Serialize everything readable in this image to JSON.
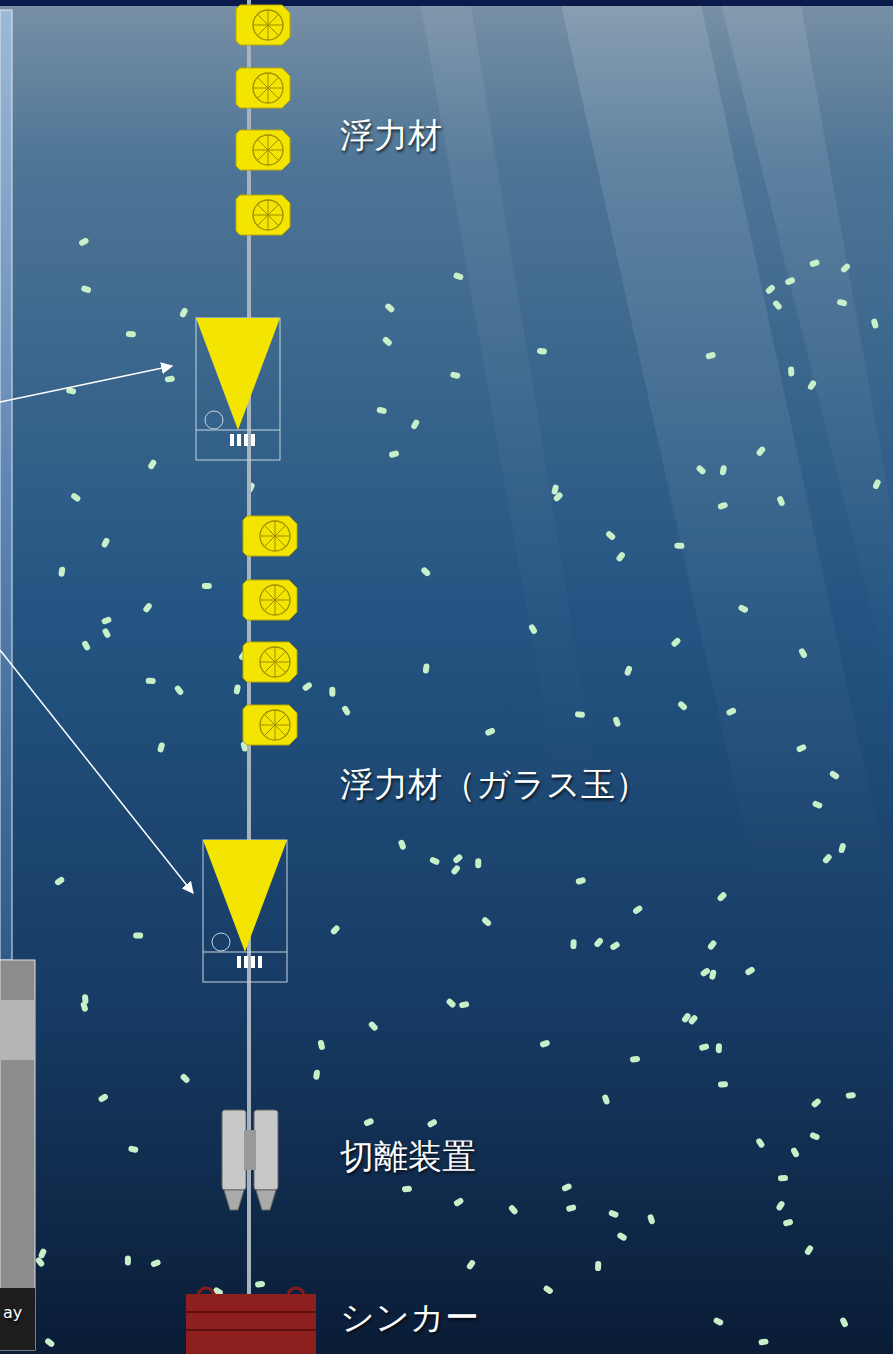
{
  "diagram": {
    "labels": [
      "浮力材",
      "浮力材（ガラス玉）",
      "切離装置",
      "シンカー",
      "ay"
    ]
  }
}
